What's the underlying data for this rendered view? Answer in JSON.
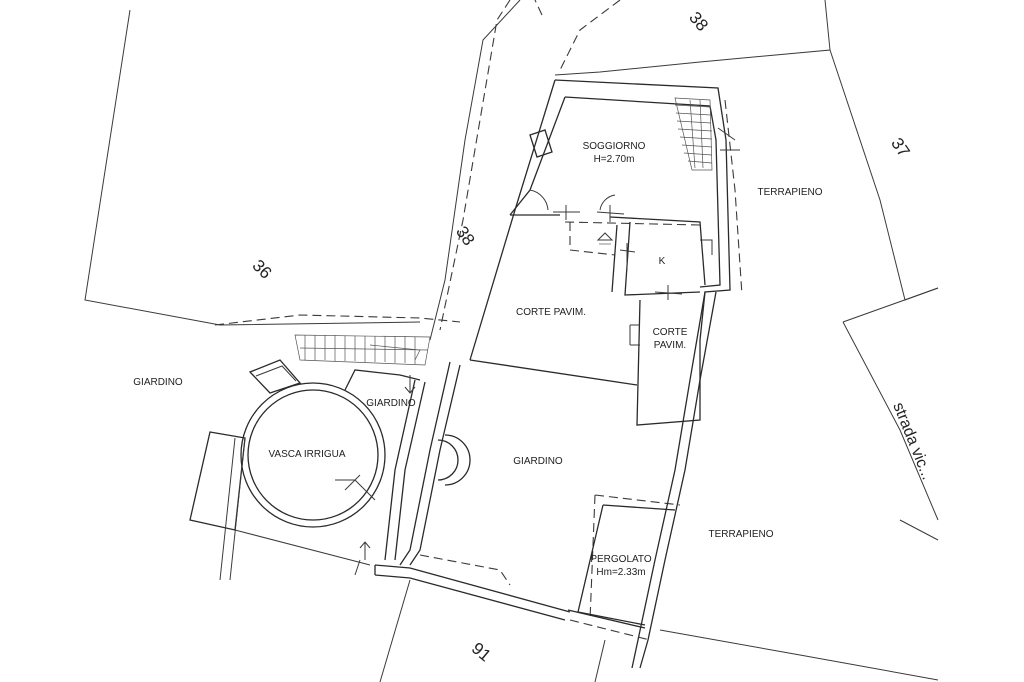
{
  "parcels": {
    "p38_top": "38",
    "p37": "37",
    "p36": "36",
    "p38_mid": "38",
    "p91": "91"
  },
  "rooms": {
    "soggiorno": "SOGGIORNO",
    "soggiorno_height": "H=2.70m",
    "kitchen": "K",
    "corte_pavim_1": "CORTE PAVIM.",
    "corte_pavim_2_line1": "CORTE",
    "corte_pavim_2_line2": "PAVIM.",
    "pergolato": "PERGOLATO",
    "pergolato_height": "Hm=2.33m",
    "vasca": "VASCA IRRIGUA"
  },
  "areas": {
    "giardino_left": "GIARDINO",
    "giardino_small": "GIARDINO",
    "giardino_main": "GIARDINO",
    "terrapieno_top": "TERRAPIENO",
    "terrapieno_bottom": "TERRAPIENO"
  },
  "road": {
    "label": "strada vic..."
  }
}
